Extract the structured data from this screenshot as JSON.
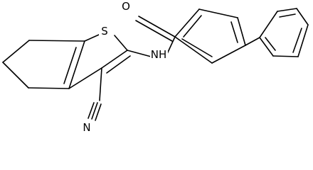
{
  "molecule": {
    "atoms": {
      "oxygen": "O",
      "sulfur": "S",
      "amide_nitrogen": "NH",
      "nitrile_nitrogen": "N"
    }
  }
}
